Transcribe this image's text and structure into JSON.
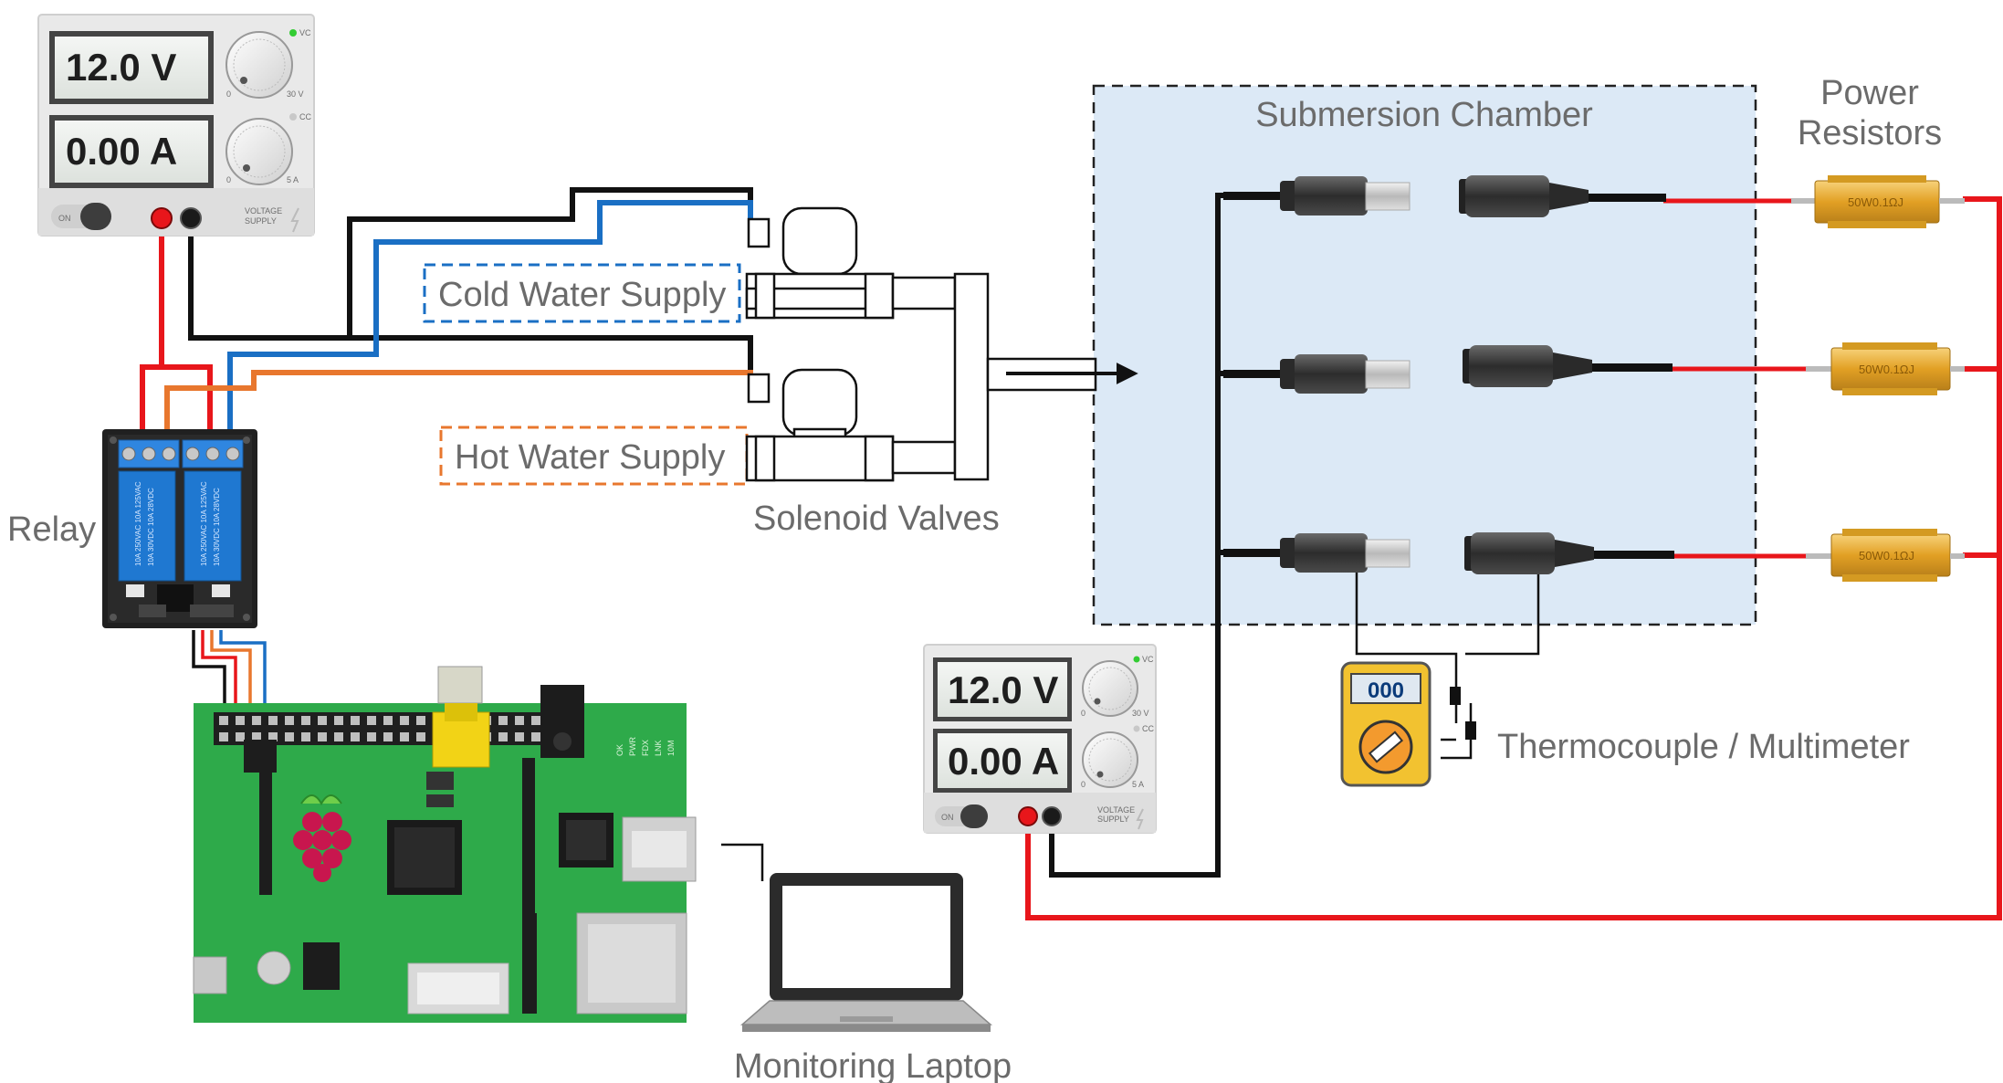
{
  "labels": {
    "submersion_chamber": "Submersion Chamber",
    "power_resistors_line1": "Power",
    "power_resistors_line2": "Resistors",
    "cold_water_supply": "Cold Water Supply",
    "hot_water_supply": "Hot Water Supply",
    "solenoid_valves": "Solenoid Valves",
    "relay": "Relay",
    "thermocouple_multimeter": "Thermocouple / Multimeter",
    "monitoring_laptop": "Monitoring Laptop"
  },
  "power_supply_top": {
    "voltage": "12.0 V",
    "current": "0.00 A",
    "on_label": "ON",
    "knob1_min": "0",
    "knob1_max": "30 V",
    "knob2_min": "0",
    "knob2_max": "5 A",
    "vc_label": "VC",
    "cc_label": "CC",
    "voltage_supply_label1": "VOLTAGE",
    "voltage_supply_label2": "SUPPLY"
  },
  "power_supply_bottom": {
    "voltage": "12.0 V",
    "current": "0.00 A",
    "on_label": "ON",
    "knob1_min": "0",
    "knob1_max": "30 V",
    "knob2_min": "0",
    "knob2_max": "5 A",
    "vc_label": "VC",
    "cc_label": "CC",
    "voltage_supply_label1": "VOLTAGE",
    "voltage_supply_label2": "SUPPLY"
  },
  "multimeter": {
    "display": "000"
  },
  "resistors": [
    {
      "marking": "50W0.1ΩJ"
    },
    {
      "marking": "50W0.1ΩJ"
    },
    {
      "marking": "50W0.1ΩJ"
    }
  ],
  "raspberry_pi": {
    "leds": [
      "OK",
      "PWR",
      "FDX",
      "LNK",
      "10M"
    ]
  },
  "colors": {
    "red_wire": "#e8161b",
    "black_wire": "#111111",
    "blue_wire": "#1a6fc4",
    "orange_wire": "#e8772e",
    "chamber_fill": "#dce9f6",
    "pcb_green": "#2eaa4a",
    "relay_blue": "#1f78d1",
    "resistor_gold": "#e6a526",
    "multimeter_yellow": "#f2c230"
  }
}
